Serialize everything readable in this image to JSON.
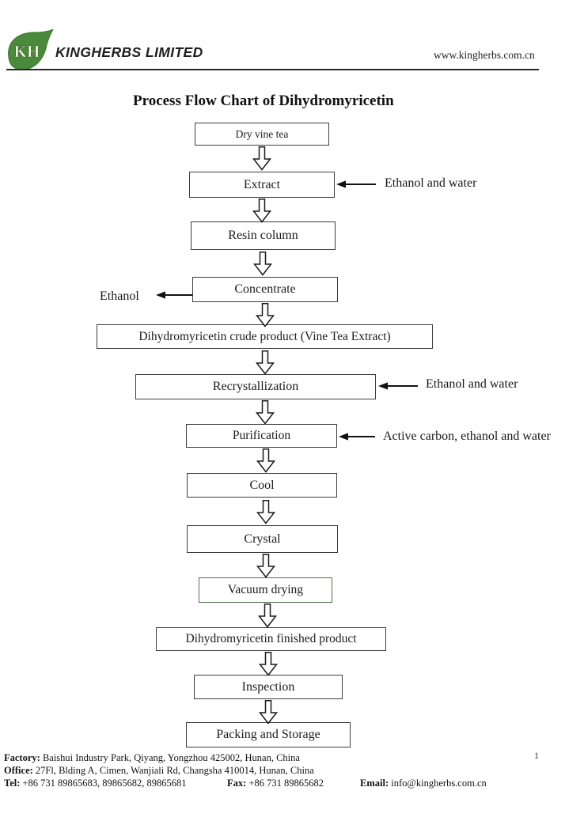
{
  "header": {
    "logo_initials": "KH",
    "company_name": "KINGHERBS LIMITED",
    "website": "www.kingherbs.com.cn"
  },
  "title": "Process Flow Chart of Dihydromyricetin",
  "flowchart": {
    "steps": [
      {
        "label": "Dry vine tea"
      },
      {
        "label": "Extract",
        "input_right": "Ethanol and water"
      },
      {
        "label": "Resin column"
      },
      {
        "label": "Concentrate",
        "output_left": "Ethanol"
      },
      {
        "label": "Dihydromyricetin crude product (Vine Tea Extract)"
      },
      {
        "label": "Recrystallization",
        "input_right": "Ethanol and water"
      },
      {
        "label": "Purification",
        "input_right": "Active carbon, ethanol and water"
      },
      {
        "label": "Cool"
      },
      {
        "label": "Crystal"
      },
      {
        "label": "Vacuum drying"
      },
      {
        "label": "Dihydromyricetin finished product"
      },
      {
        "label": "Inspection"
      },
      {
        "label": "Packing and Storage"
      }
    ]
  },
  "footer": {
    "factory_label": "Factory:",
    "factory_value": "Baishui Industry Park, Qiyang, Yongzhou 425002, Hunan, China",
    "office_label": "Office:",
    "office_value": "27Fl, Blding A, Cimen, Wanjiali Rd, Changsha 410014, Hunan, China",
    "tel_label": "Tel:",
    "tel_value": "+86 731 89865683, 89865682, 89865681",
    "fax_label": "Fax:",
    "fax_value": "+86 731 89865682",
    "email_label": "Email:",
    "email_value": "info@kingherbs.com.cn",
    "page_number": "1"
  },
  "colors": {
    "leaf_green": "#4a8a3b",
    "box_border": "#3d3d3d",
    "ink": "#1c1c1c"
  }
}
